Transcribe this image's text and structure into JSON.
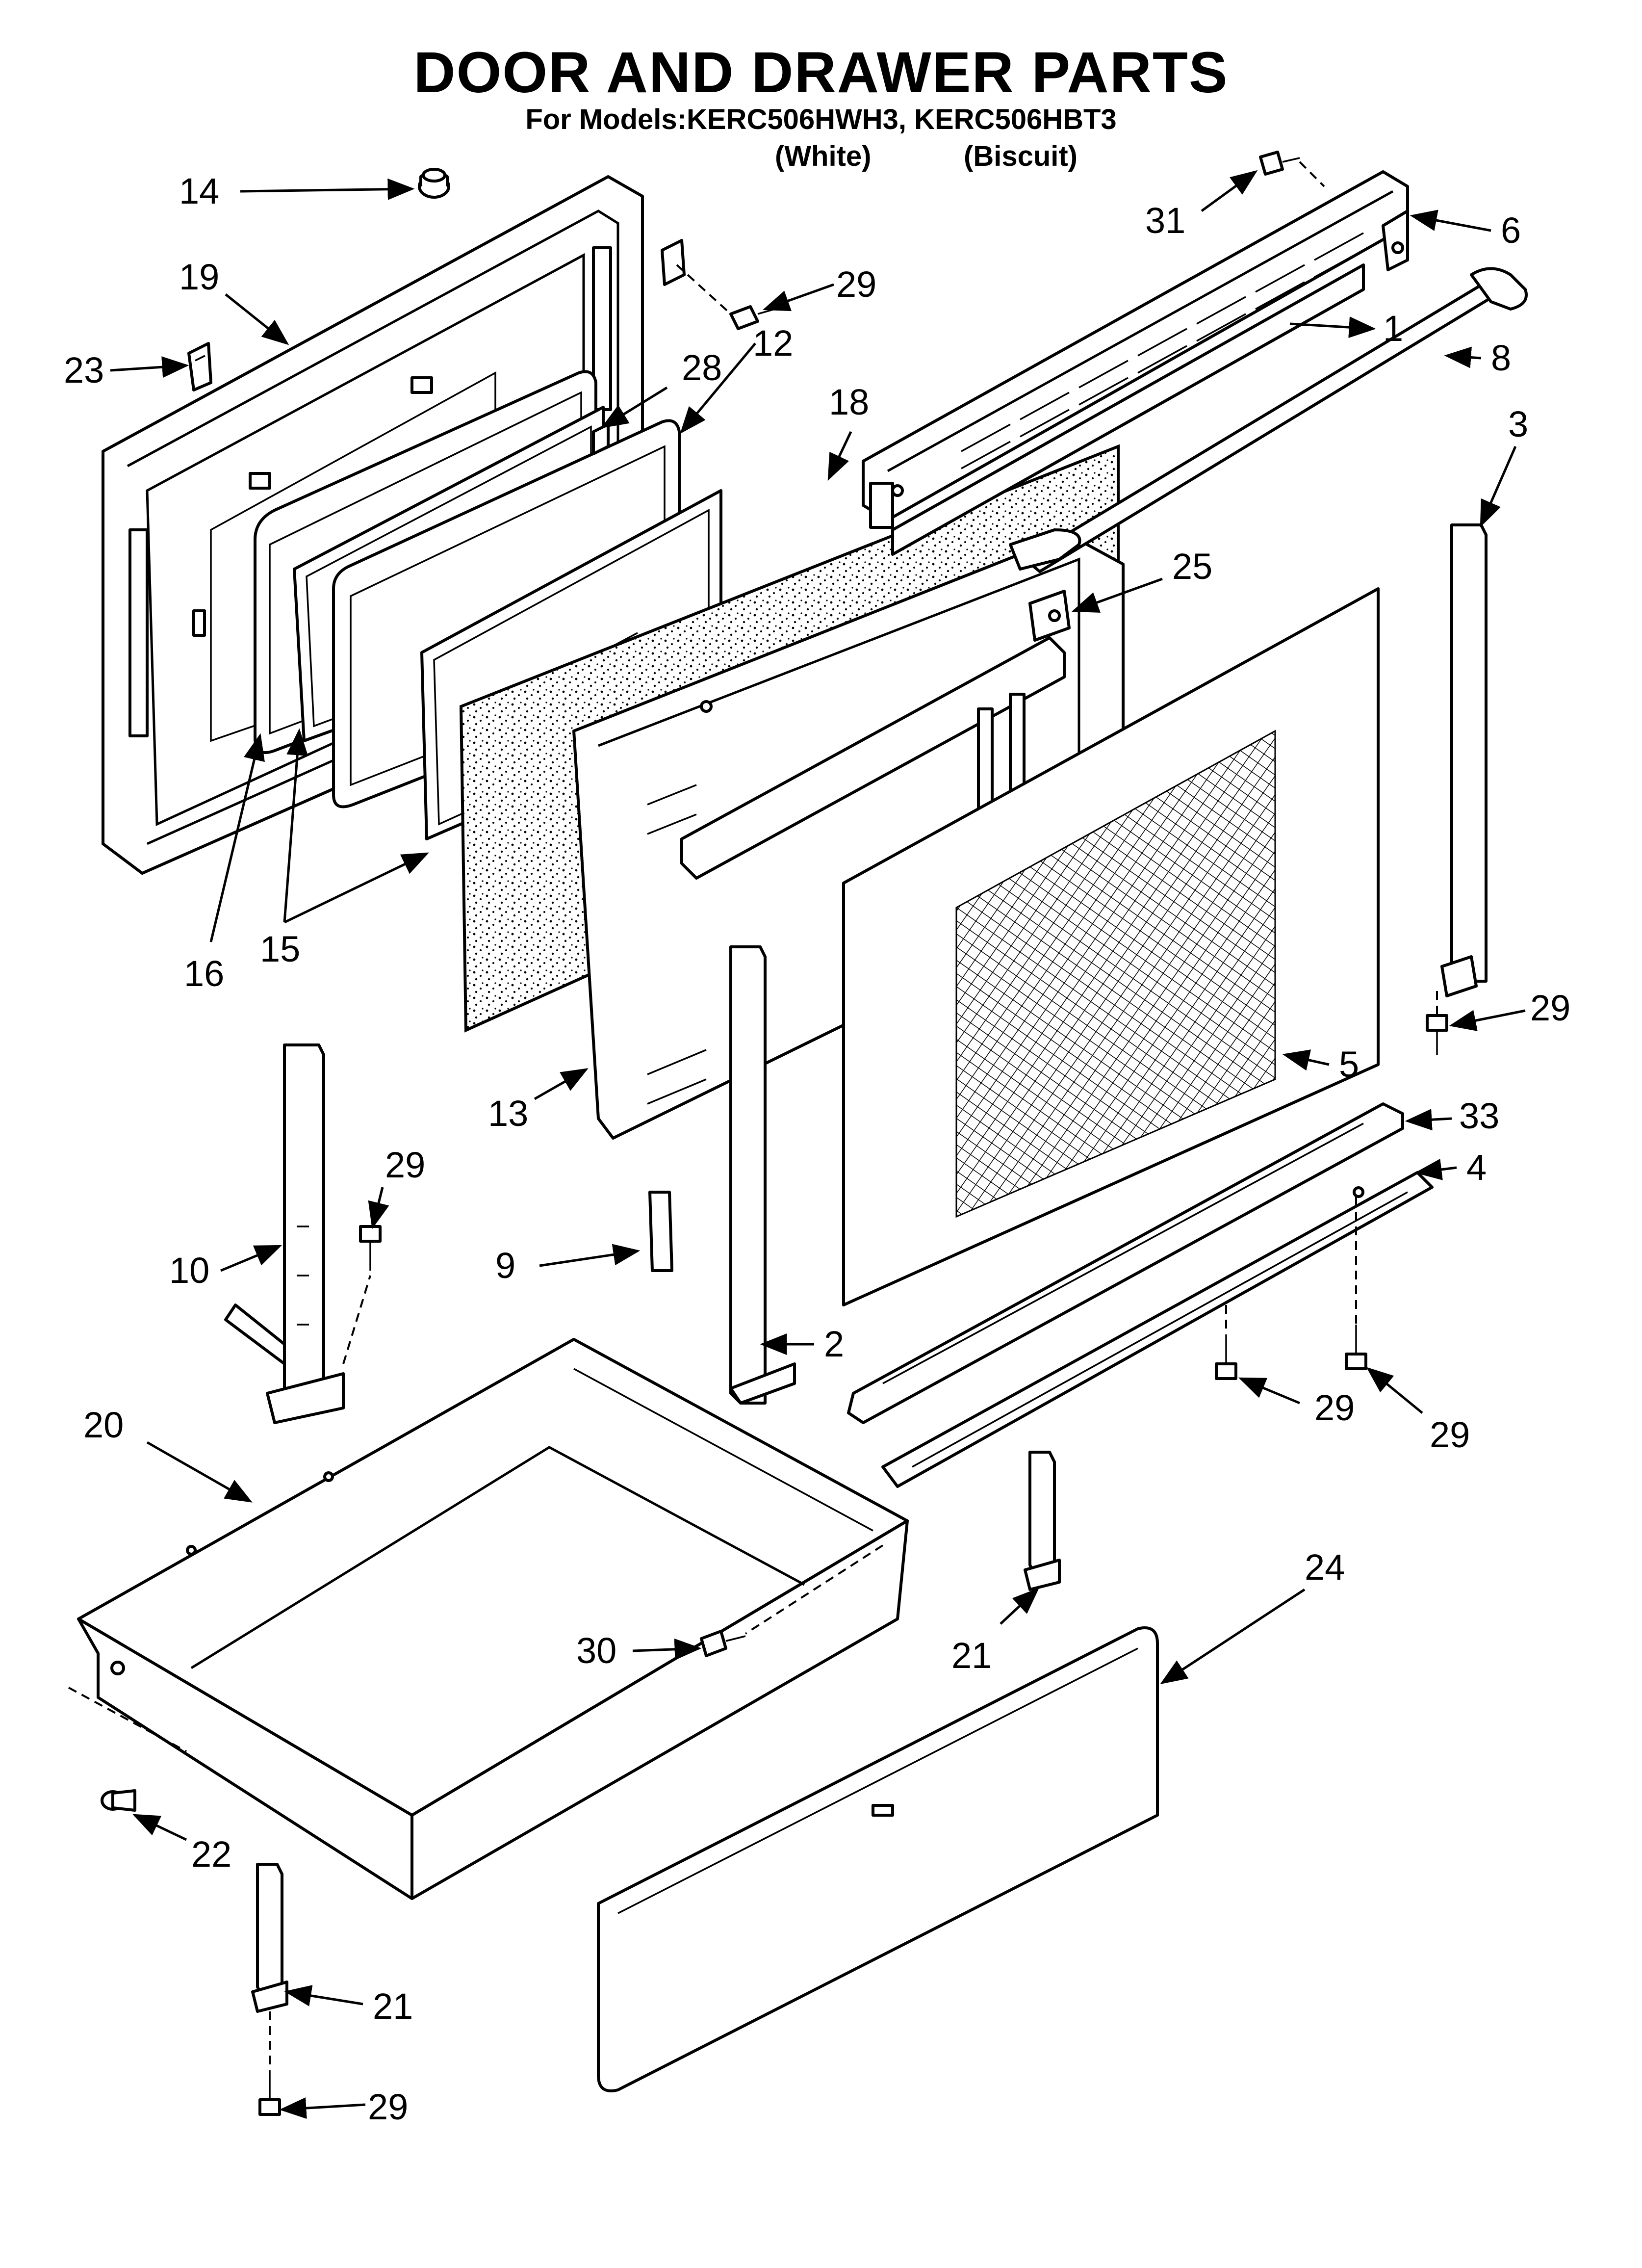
{
  "title": "DOOR AND DRAWER PARTS",
  "subtitle": "For Models:KERC506HWH3, KERC506HBT3",
  "variants": [
    "(White)",
    "(Biscuit)"
  ],
  "callouts": [
    {
      "id": "c1",
      "label": "1"
    },
    {
      "id": "c2",
      "label": "2"
    },
    {
      "id": "c3",
      "label": "3"
    },
    {
      "id": "c4",
      "label": "4"
    },
    {
      "id": "c5",
      "label": "5"
    },
    {
      "id": "c6",
      "label": "6"
    },
    {
      "id": "c8",
      "label": "8"
    },
    {
      "id": "c9",
      "label": "9"
    },
    {
      "id": "c10",
      "label": "10"
    },
    {
      "id": "c12",
      "label": "12"
    },
    {
      "id": "c13",
      "label": "13"
    },
    {
      "id": "c14",
      "label": "14"
    },
    {
      "id": "c15",
      "label": "15"
    },
    {
      "id": "c16",
      "label": "16"
    },
    {
      "id": "c18",
      "label": "18"
    },
    {
      "id": "c19",
      "label": "19"
    },
    {
      "id": "c20",
      "label": "20"
    },
    {
      "id": "c21a",
      "label": "21"
    },
    {
      "id": "c21b",
      "label": "21"
    },
    {
      "id": "c22",
      "label": "22"
    },
    {
      "id": "c23",
      "label": "23"
    },
    {
      "id": "c24",
      "label": "24"
    },
    {
      "id": "c25",
      "label": "25"
    },
    {
      "id": "c28",
      "label": "28"
    },
    {
      "id": "c29a",
      "label": "29"
    },
    {
      "id": "c29b",
      "label": "29"
    },
    {
      "id": "c29c",
      "label": "29"
    },
    {
      "id": "c29d",
      "label": "29"
    },
    {
      "id": "c29e",
      "label": "29"
    },
    {
      "id": "c29f",
      "label": "29"
    },
    {
      "id": "c30",
      "label": "30"
    },
    {
      "id": "c31",
      "label": "31"
    },
    {
      "id": "c33",
      "label": "33"
    }
  ]
}
